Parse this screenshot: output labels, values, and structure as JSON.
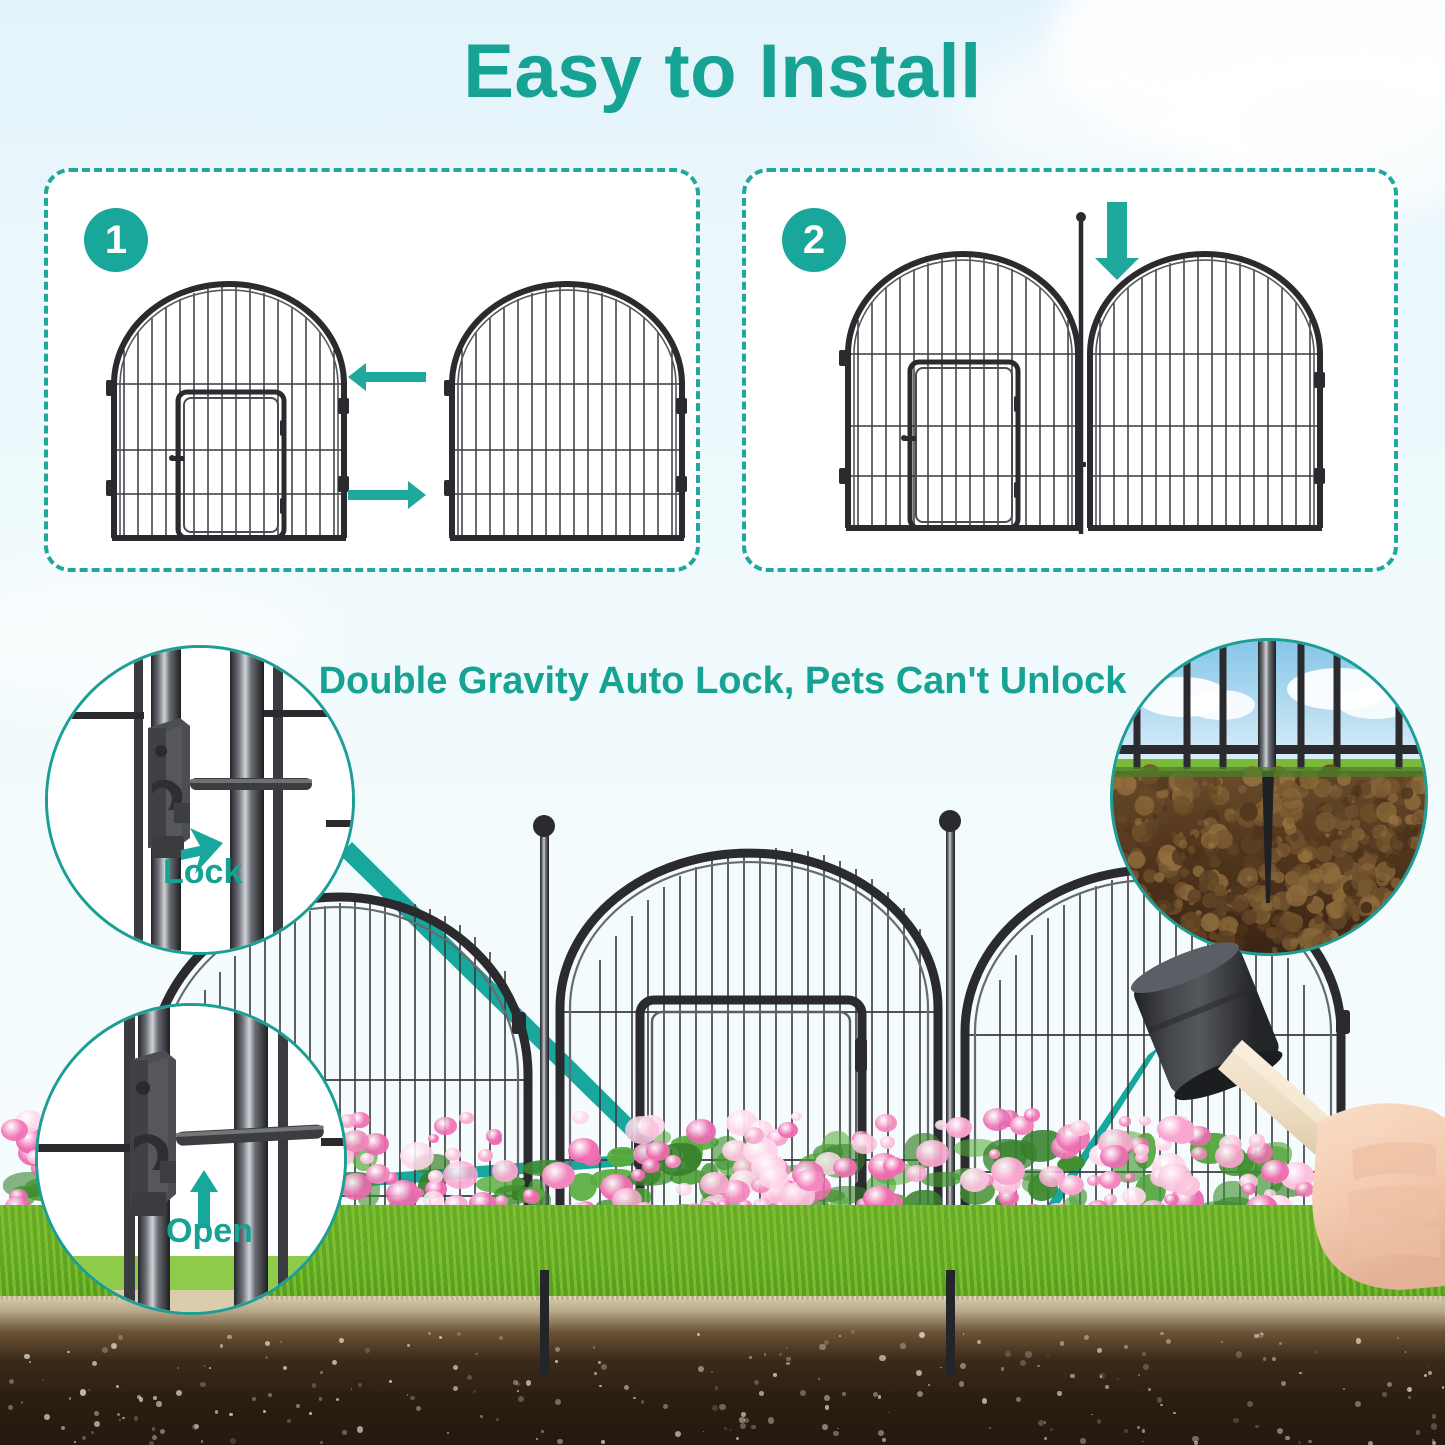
{
  "page": {
    "title": "Easy to Install",
    "title_color": "#17a394",
    "background_sky": "#e9f6fb",
    "accent_color": "#1aa79b"
  },
  "steps": [
    {
      "number": "1",
      "badge_color": "#1aa79b",
      "panel_left_type": "arched-fence-panel-with-gate",
      "panel_right_type": "arched-fence-panel-plain",
      "arrow_top_direction": "left",
      "arrow_bottom_direction": "right"
    },
    {
      "number": "2",
      "badge_color": "#1aa79b",
      "panel_left_type": "arched-fence-panel-with-gate",
      "panel_right_type": "arched-fence-panel-plain",
      "connector_type": "ball-top-stake-pin",
      "arrow_direction": "down"
    }
  ],
  "feature": {
    "headline": "Double Gravity Auto Lock, Pets Can't Unlock",
    "headline_color": "#17a394"
  },
  "callouts": [
    {
      "id": "lock",
      "label": "Lock",
      "arrow_direction": "left",
      "label_color": "#17a394"
    },
    {
      "id": "open",
      "label": "Open",
      "arrow_direction": "up",
      "label_color": "#17a394"
    },
    {
      "id": "soil",
      "label": "",
      "arrow_direction": "none",
      "label_color": "#17a394"
    }
  ],
  "scene": {
    "fence_color": "#2b2b2f",
    "flower_color": "#f06bb0",
    "grass_color": "#76ba33",
    "soil_color": "#2a1d11",
    "tool": "rubber-mallet",
    "hand": "hand-gripping-mallet"
  }
}
